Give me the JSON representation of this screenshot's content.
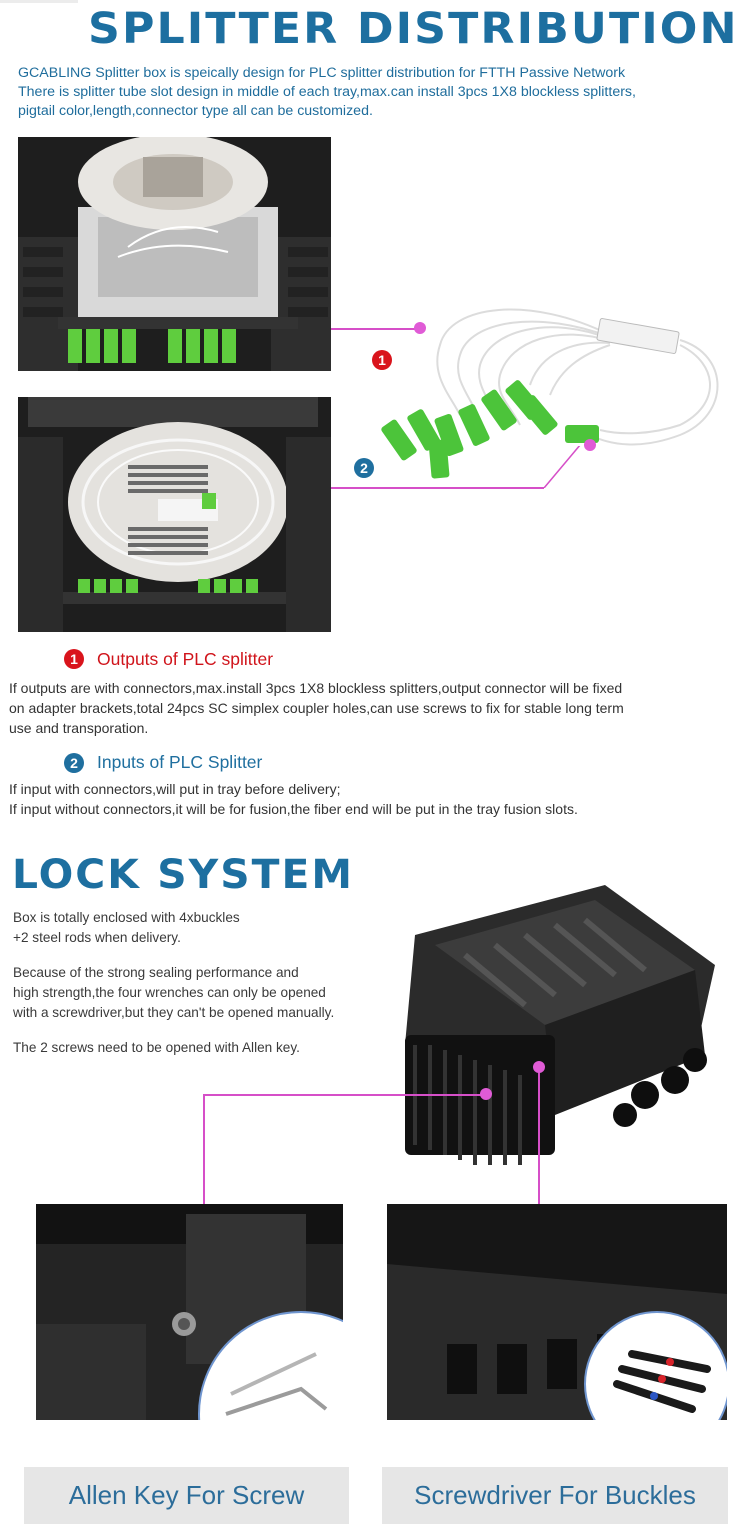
{
  "section1": {
    "title": "SPLITTER DISTRIBUTION",
    "intro": [
      "GCABLING Splitter box is speically design for PLC splitter distribution for FTTH Passive Network",
      "There is splitter tube slot design in middle of each tray,max.can install 3pcs 1X8 blockless splitters,",
      "pigtail color,length,connector type all can be customized."
    ],
    "marker1": "1",
    "marker2": "2",
    "outputs": {
      "title": "Outputs of PLC splitter",
      "text": [
        "If outputs are with connectors,max.install 3pcs 1X8 blockless splitters,output connector will be fixed",
        "on adapter brackets,total 24pcs SC simplex coupler holes,can use screws to fix for stable long term",
        "use and transporation."
      ]
    },
    "inputs": {
      "title": "Inputs of PLC Splitter",
      "text": [
        "If input with connectors,will put in tray before delivery;",
        "If input without connectors,it will be for fusion,the fiber end will be put in the tray fusion slots."
      ]
    }
  },
  "section2": {
    "title": "LOCK SYSTEM",
    "p1": [
      "Box is totally enclosed with 4xbuckles",
      "+2 steel rods when delivery."
    ],
    "p2": [
      "Because of the strong sealing performance and",
      "high strength,the four wrenches can only be opened",
      "with a screwdriver,but they can't be opened manually."
    ],
    "p3": "The 2 screws need to be opened with Allen key.",
    "caption_left": "Allen Key For Screw",
    "caption_right": "Screwdriver For Buckles"
  },
  "colors": {
    "title_blue": "#1d6fa0",
    "intro_blue": "#1f6d9c",
    "marker_red": "#d9141c",
    "marker_blue": "#1f6f9f",
    "connector_green": "#4cc43a",
    "leader_magenta": "#d64fc8"
  }
}
